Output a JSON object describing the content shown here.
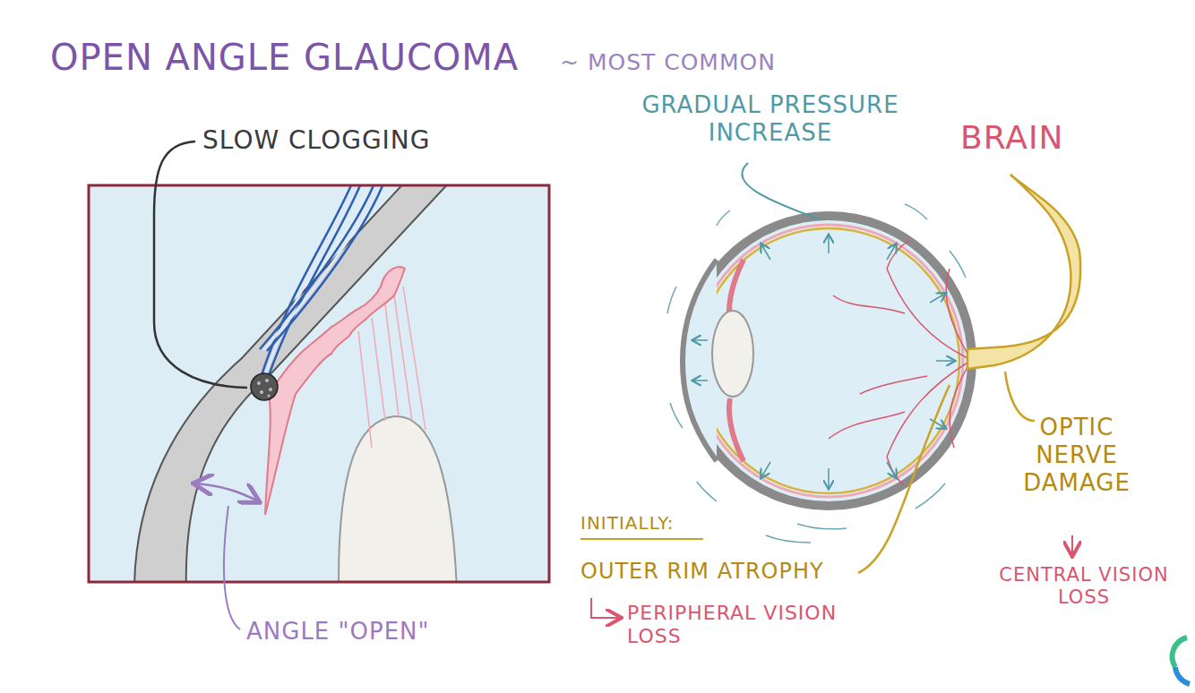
{
  "diagram": {
    "title": "OPEN ANGLE GLAUCOMA",
    "labels": [
      "~ MOST COMMON",
      "SLOW CLOGGING",
      "GRADUAL PRESSURE INCREASE",
      "BRAIN",
      "ANGLE \"OPEN\"",
      "INITIALLY:",
      "OUTER RIM ATROPHY",
      "PERIPHERAL VISION LOSS",
      "OPTIC NERVE DAMAGE",
      "CENTRAL VISION LOSS"
    ]
  }
}
